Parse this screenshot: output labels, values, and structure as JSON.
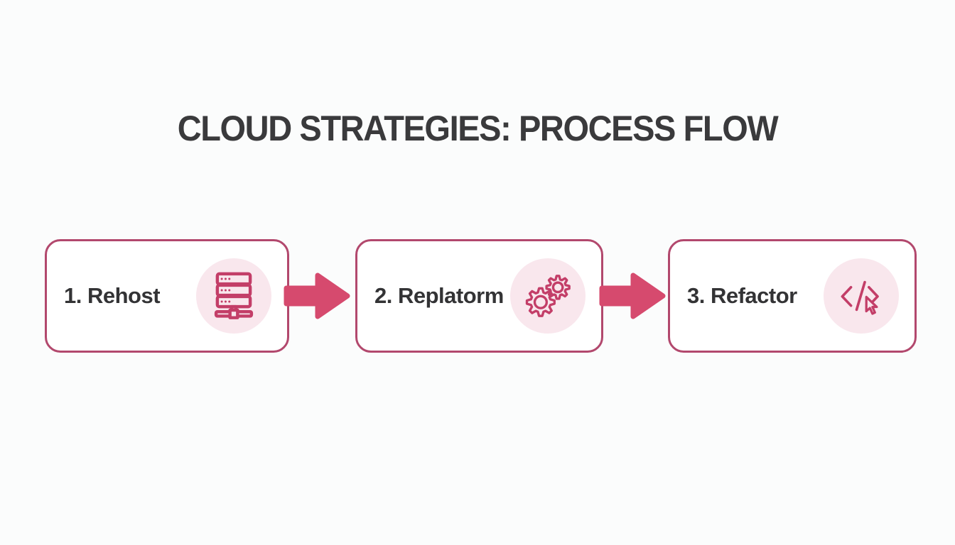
{
  "title": "CLOUD STRATEGIES: PROCESS FLOW",
  "steps": [
    {
      "label": "1. Rehost",
      "icon": "server-rack-icon"
    },
    {
      "label": "2. Replatorm",
      "icon": "gears-icon"
    },
    {
      "label": "3. Refactor",
      "icon": "code-cursor-icon"
    }
  ],
  "connectors": [
    {
      "icon": "arrow-right-icon"
    },
    {
      "icon": "arrow-right-icon"
    }
  ],
  "colors": {
    "background": "#fbfcfc",
    "box_background": "#ffffff",
    "box_border": "#b2486d",
    "arrow": "#d64a6e",
    "icon_circle_background": "#f9e7ed",
    "icon_stroke": "#c33e68",
    "title_text": "#3a3a3c",
    "label_text": "#333335"
  }
}
